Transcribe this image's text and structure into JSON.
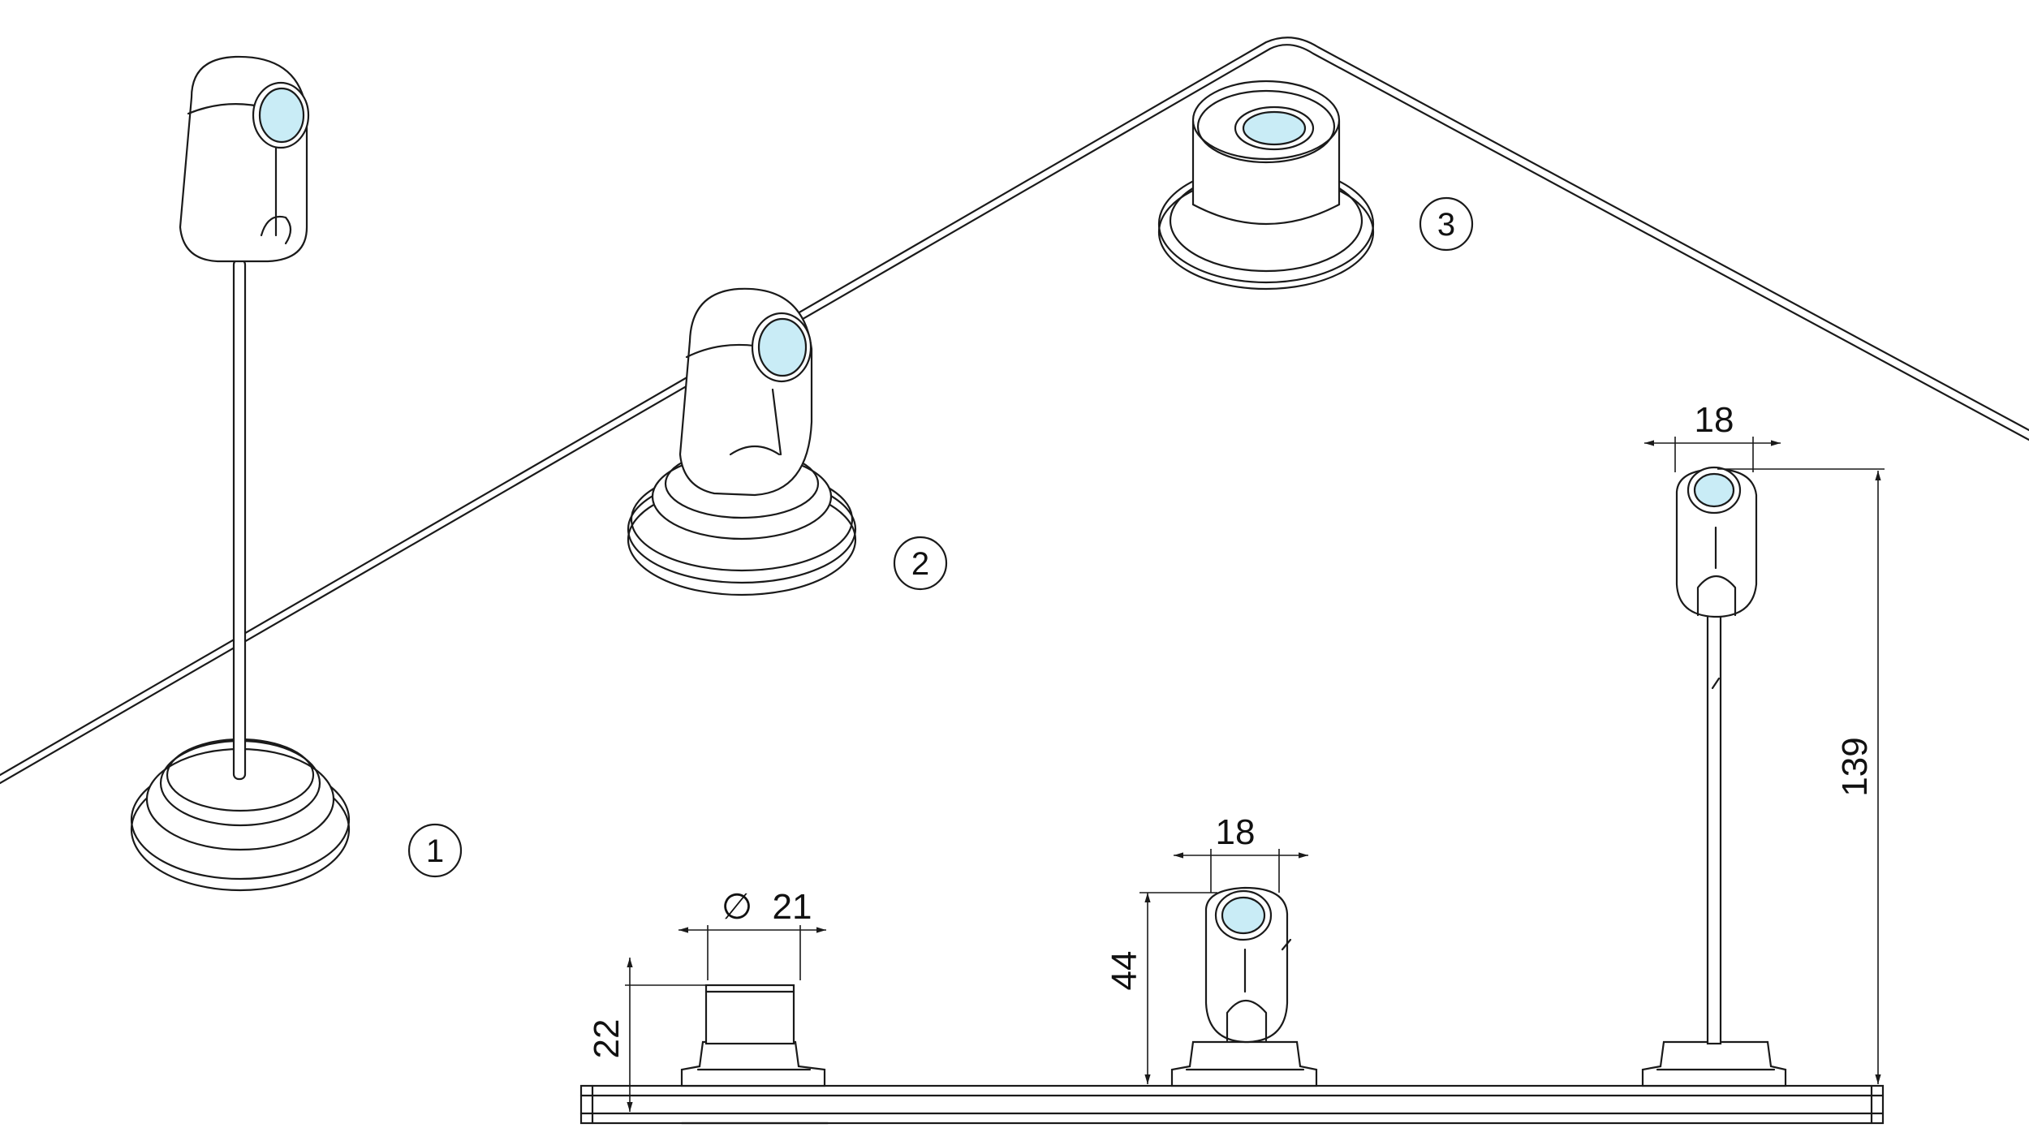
{
  "colors": {
    "line": "#1a1a1a",
    "lens": "#c9ecf6",
    "background": "#ffffff"
  },
  "callouts": [
    "1",
    "2",
    "3"
  ],
  "dimensions": {
    "base_diameter": "21",
    "diameter_symbol": "∅",
    "base_height": "22",
    "head_width_middle": "18",
    "head_height_middle": "44",
    "head_width_tall": "18",
    "total_height_tall": "139"
  }
}
